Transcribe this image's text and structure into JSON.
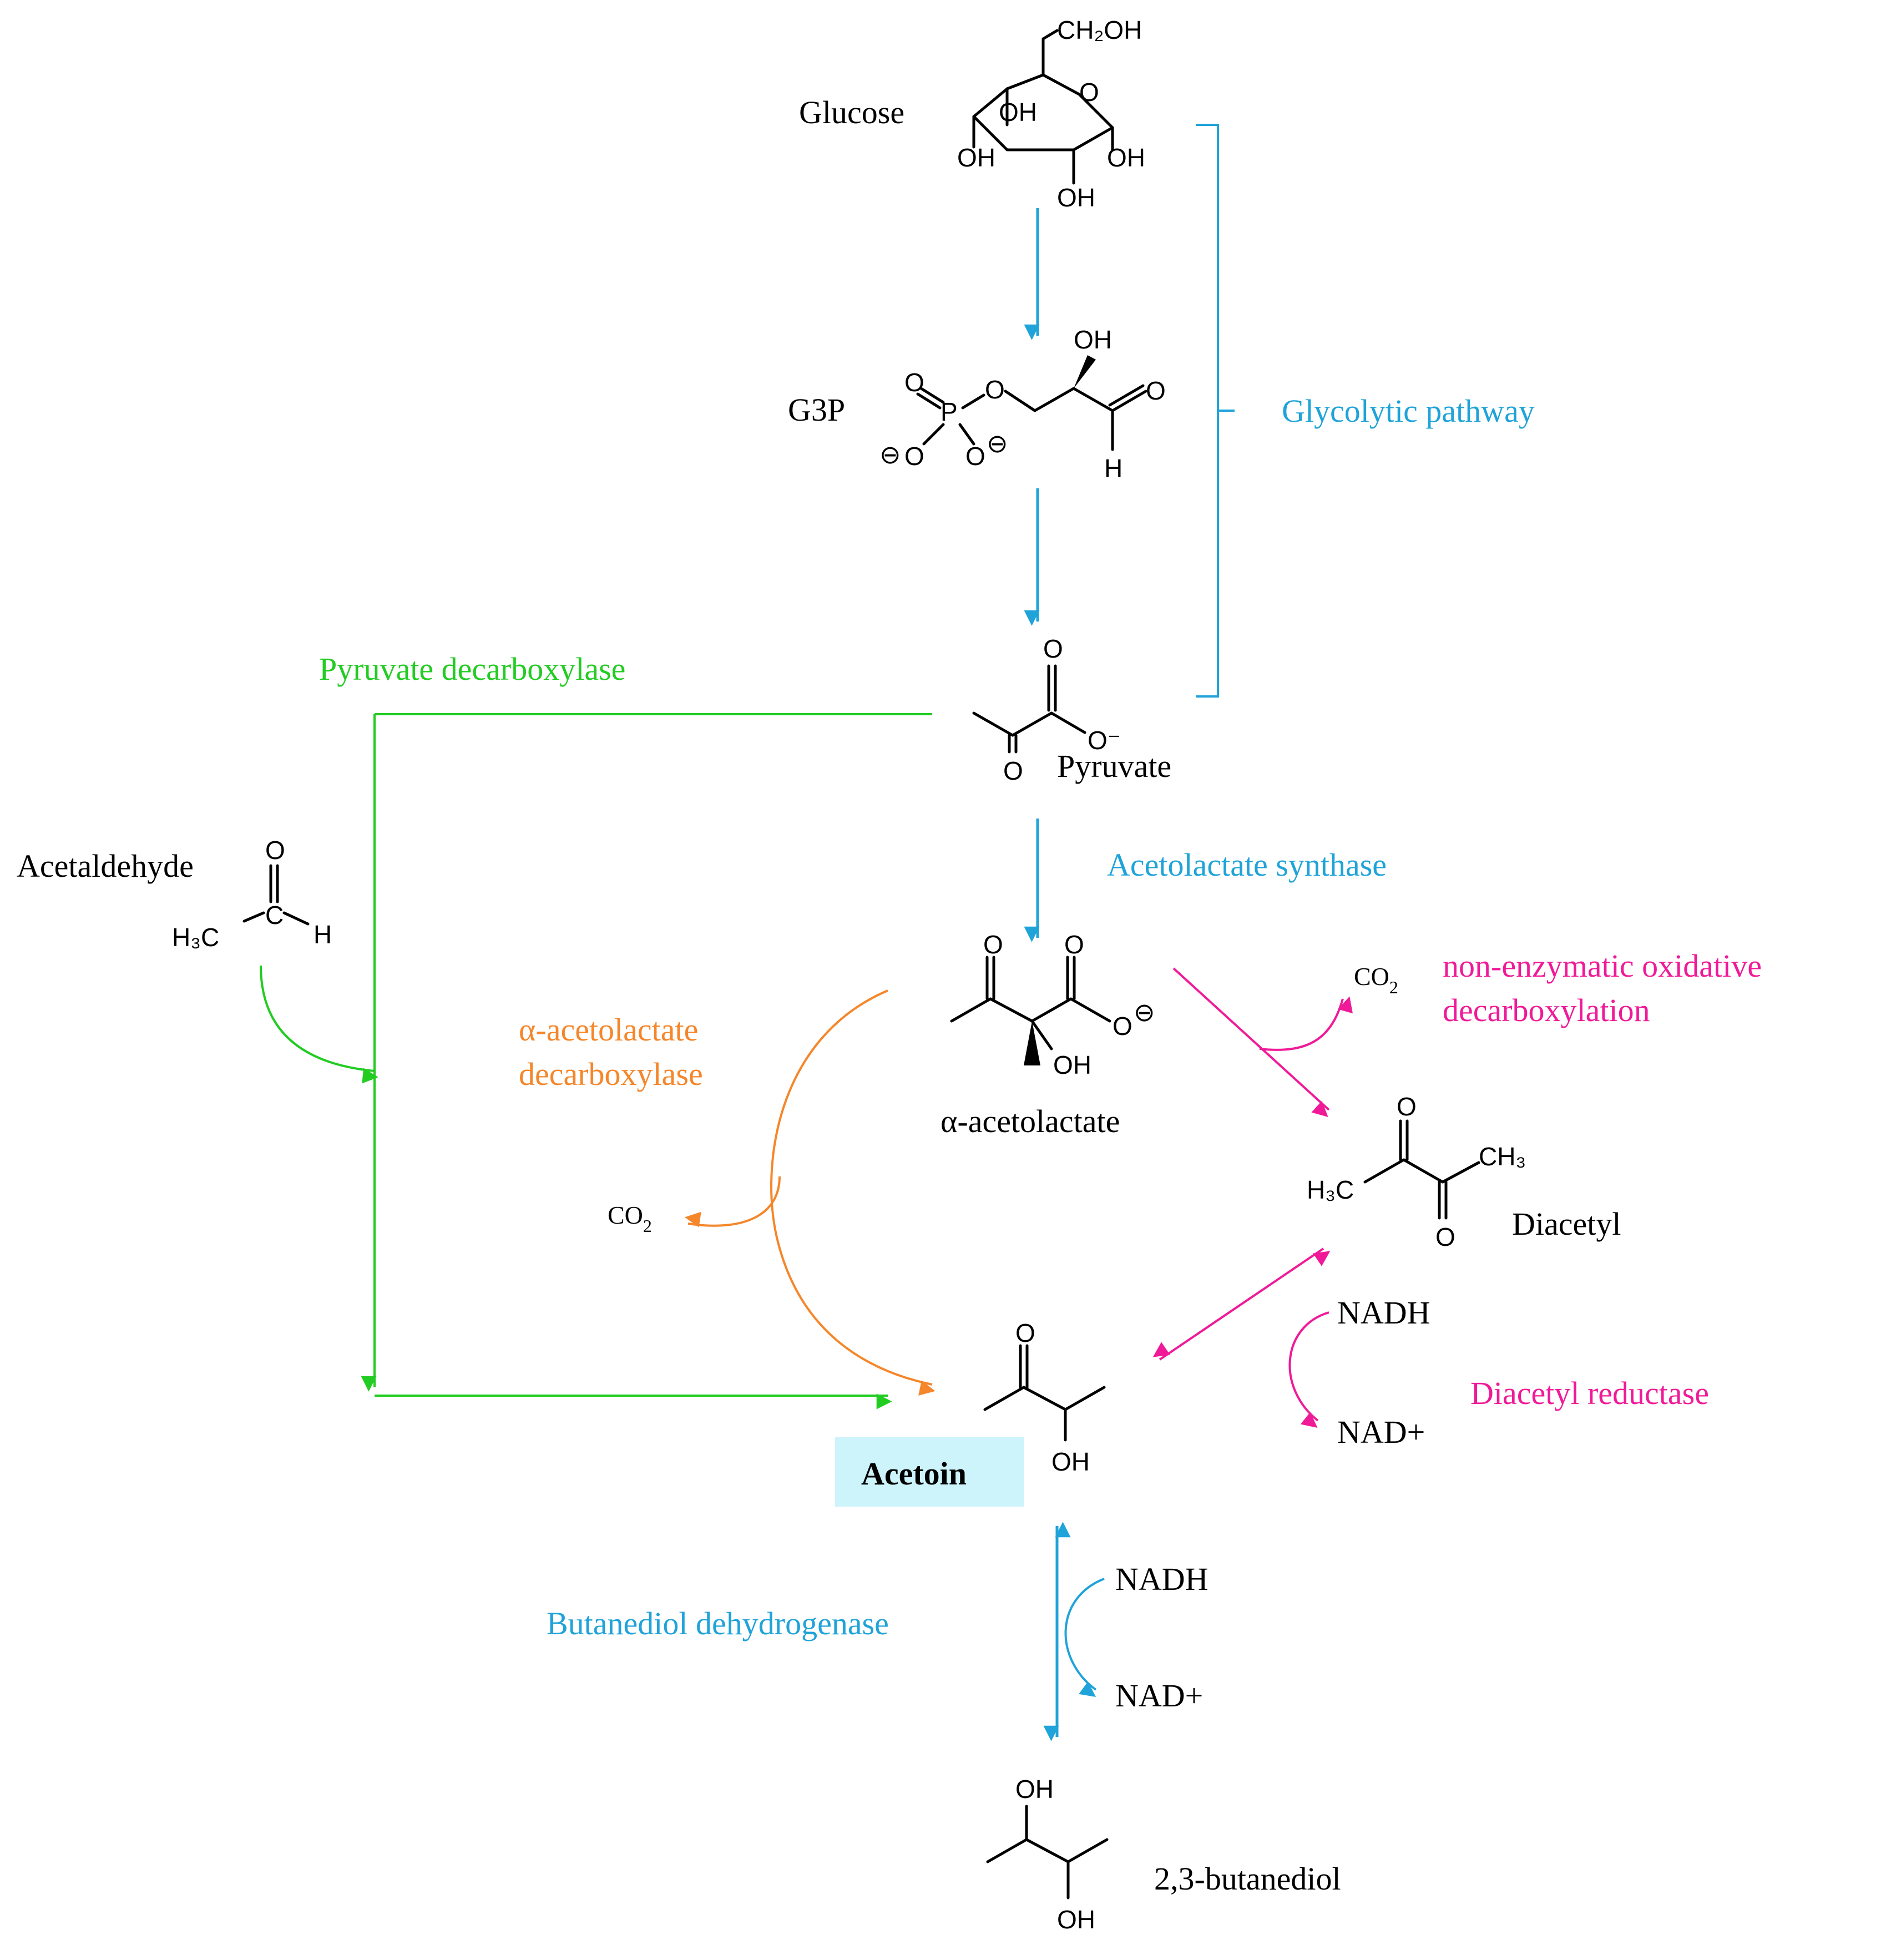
{
  "colors": {
    "blue": "#1fa3d9",
    "green": "#22cc22",
    "orange": "#f5862a",
    "magenta": "#f01a98",
    "black": "#000000",
    "highlight": "#cdf3fb"
  },
  "compounds": {
    "glucose": "Glucose",
    "g3p": "G3P",
    "pyruvate": "Pyruvate",
    "acetaldehyde": "Acetaldehyde",
    "acetolactate": "α-acetolactate",
    "diacetyl": "Diacetyl",
    "acetoin": "Acetoin",
    "butanediol": "2,3-butanediol"
  },
  "enzymes": {
    "glycolytic_pathway": "Glycolytic pathway",
    "pyruvate_decarboxylase": "Pyruvate decarboxylase",
    "acetolactate_synthase": "Acetolactate synthase",
    "acetolactate_decarboxylase_line1": "α-acetolactate",
    "acetolactate_decarboxylase_line2": "decarboxylase",
    "oxidative_decarboxylation_line1": "non-enzymatic oxidative",
    "oxidative_decarboxylation_line2": "decarboxylation",
    "diacetyl_reductase": "Diacetyl reductase",
    "butanediol_dehydrogenase": "Butanediol dehydrogenase"
  },
  "cofactors": {
    "co2": "CO",
    "co2_subscript": "2",
    "nadh": "NADH",
    "nad_plus": "NAD+"
  },
  "atoms": {
    "oxygen": "O",
    "hydroxyl": "OH",
    "hydrogen": "H",
    "phosphorus": "P",
    "carbon": "C",
    "hydroxymethyl": "CH₂OH",
    "methyl_h3c": "H₃C",
    "methyl_ch3": "CH₃",
    "carboxylate": "O⁻",
    "minus_circle": "⊖"
  }
}
